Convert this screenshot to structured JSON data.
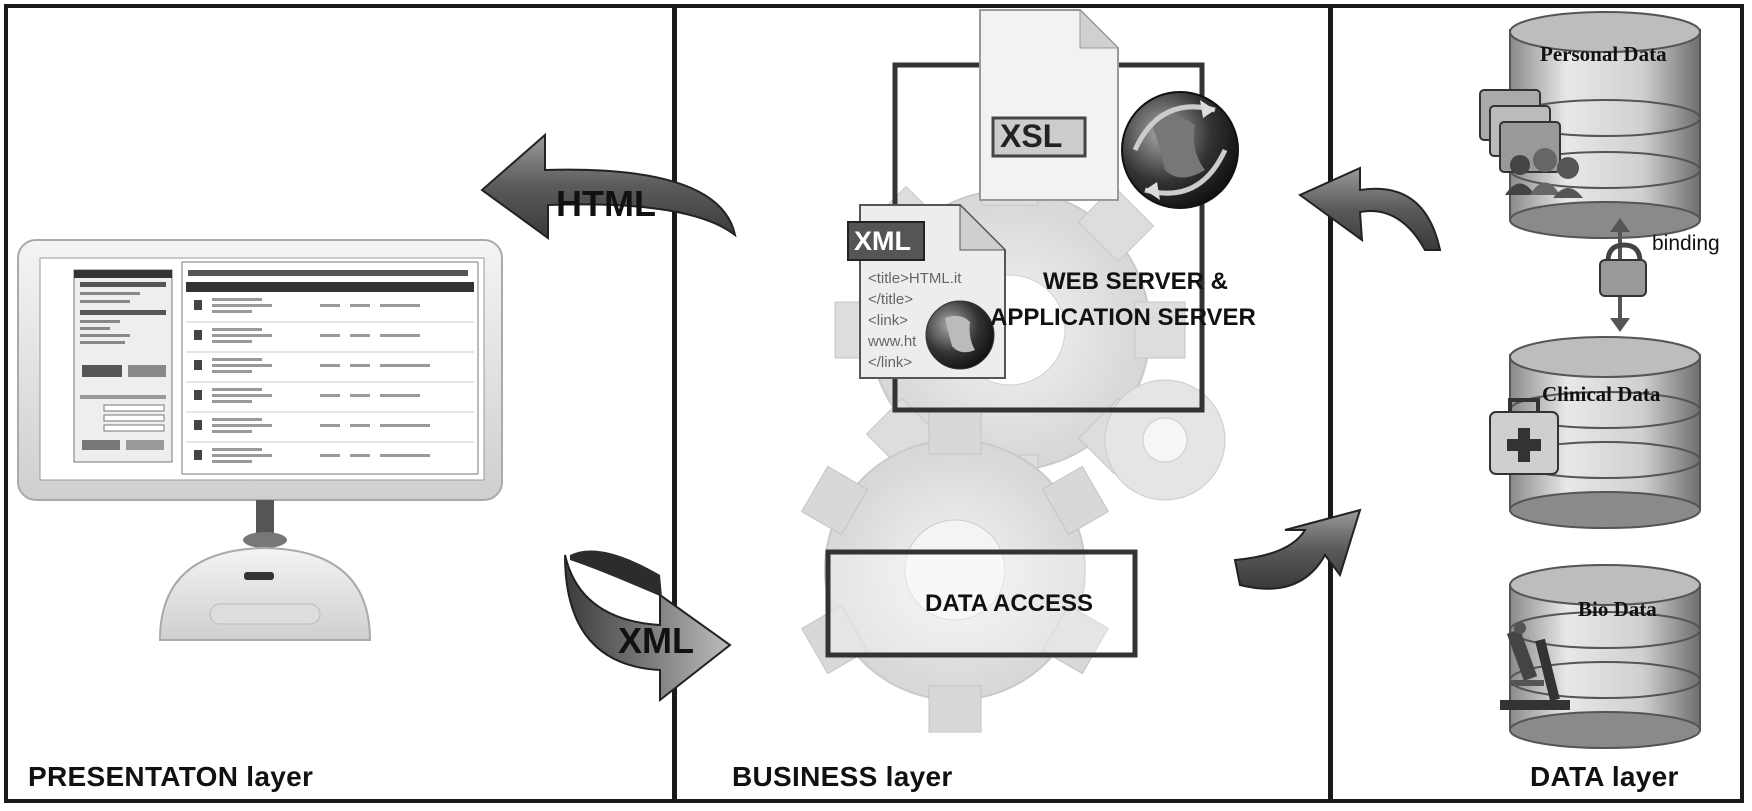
{
  "layers": {
    "presentation": "PRESENTATON layer",
    "business": "BUSINESS layer",
    "data": "DATA layer"
  },
  "arrows": {
    "html": "HTML",
    "xml": "XML"
  },
  "business": {
    "xsl_badge": "XSL",
    "xml_badge": "XML",
    "xml_lines": [
      "<title>HTML.it",
      "</title>",
      "<link>",
      "www.ht",
      "</link>"
    ],
    "web_server_line1": "WEB SERVER &",
    "web_server_line2": "APPLICATION SERVER",
    "data_access": "DATA ACCESS"
  },
  "data": {
    "personal": "Personal Data",
    "clinical": "Clinical Data",
    "bio": "Bio Data",
    "binding": "binding"
  },
  "icons": [
    "monitor-icon",
    "gear-icon",
    "globe-icon",
    "database-icon",
    "padlock-icon",
    "folder-people-icon",
    "medical-kit-icon",
    "microscope-icon"
  ]
}
